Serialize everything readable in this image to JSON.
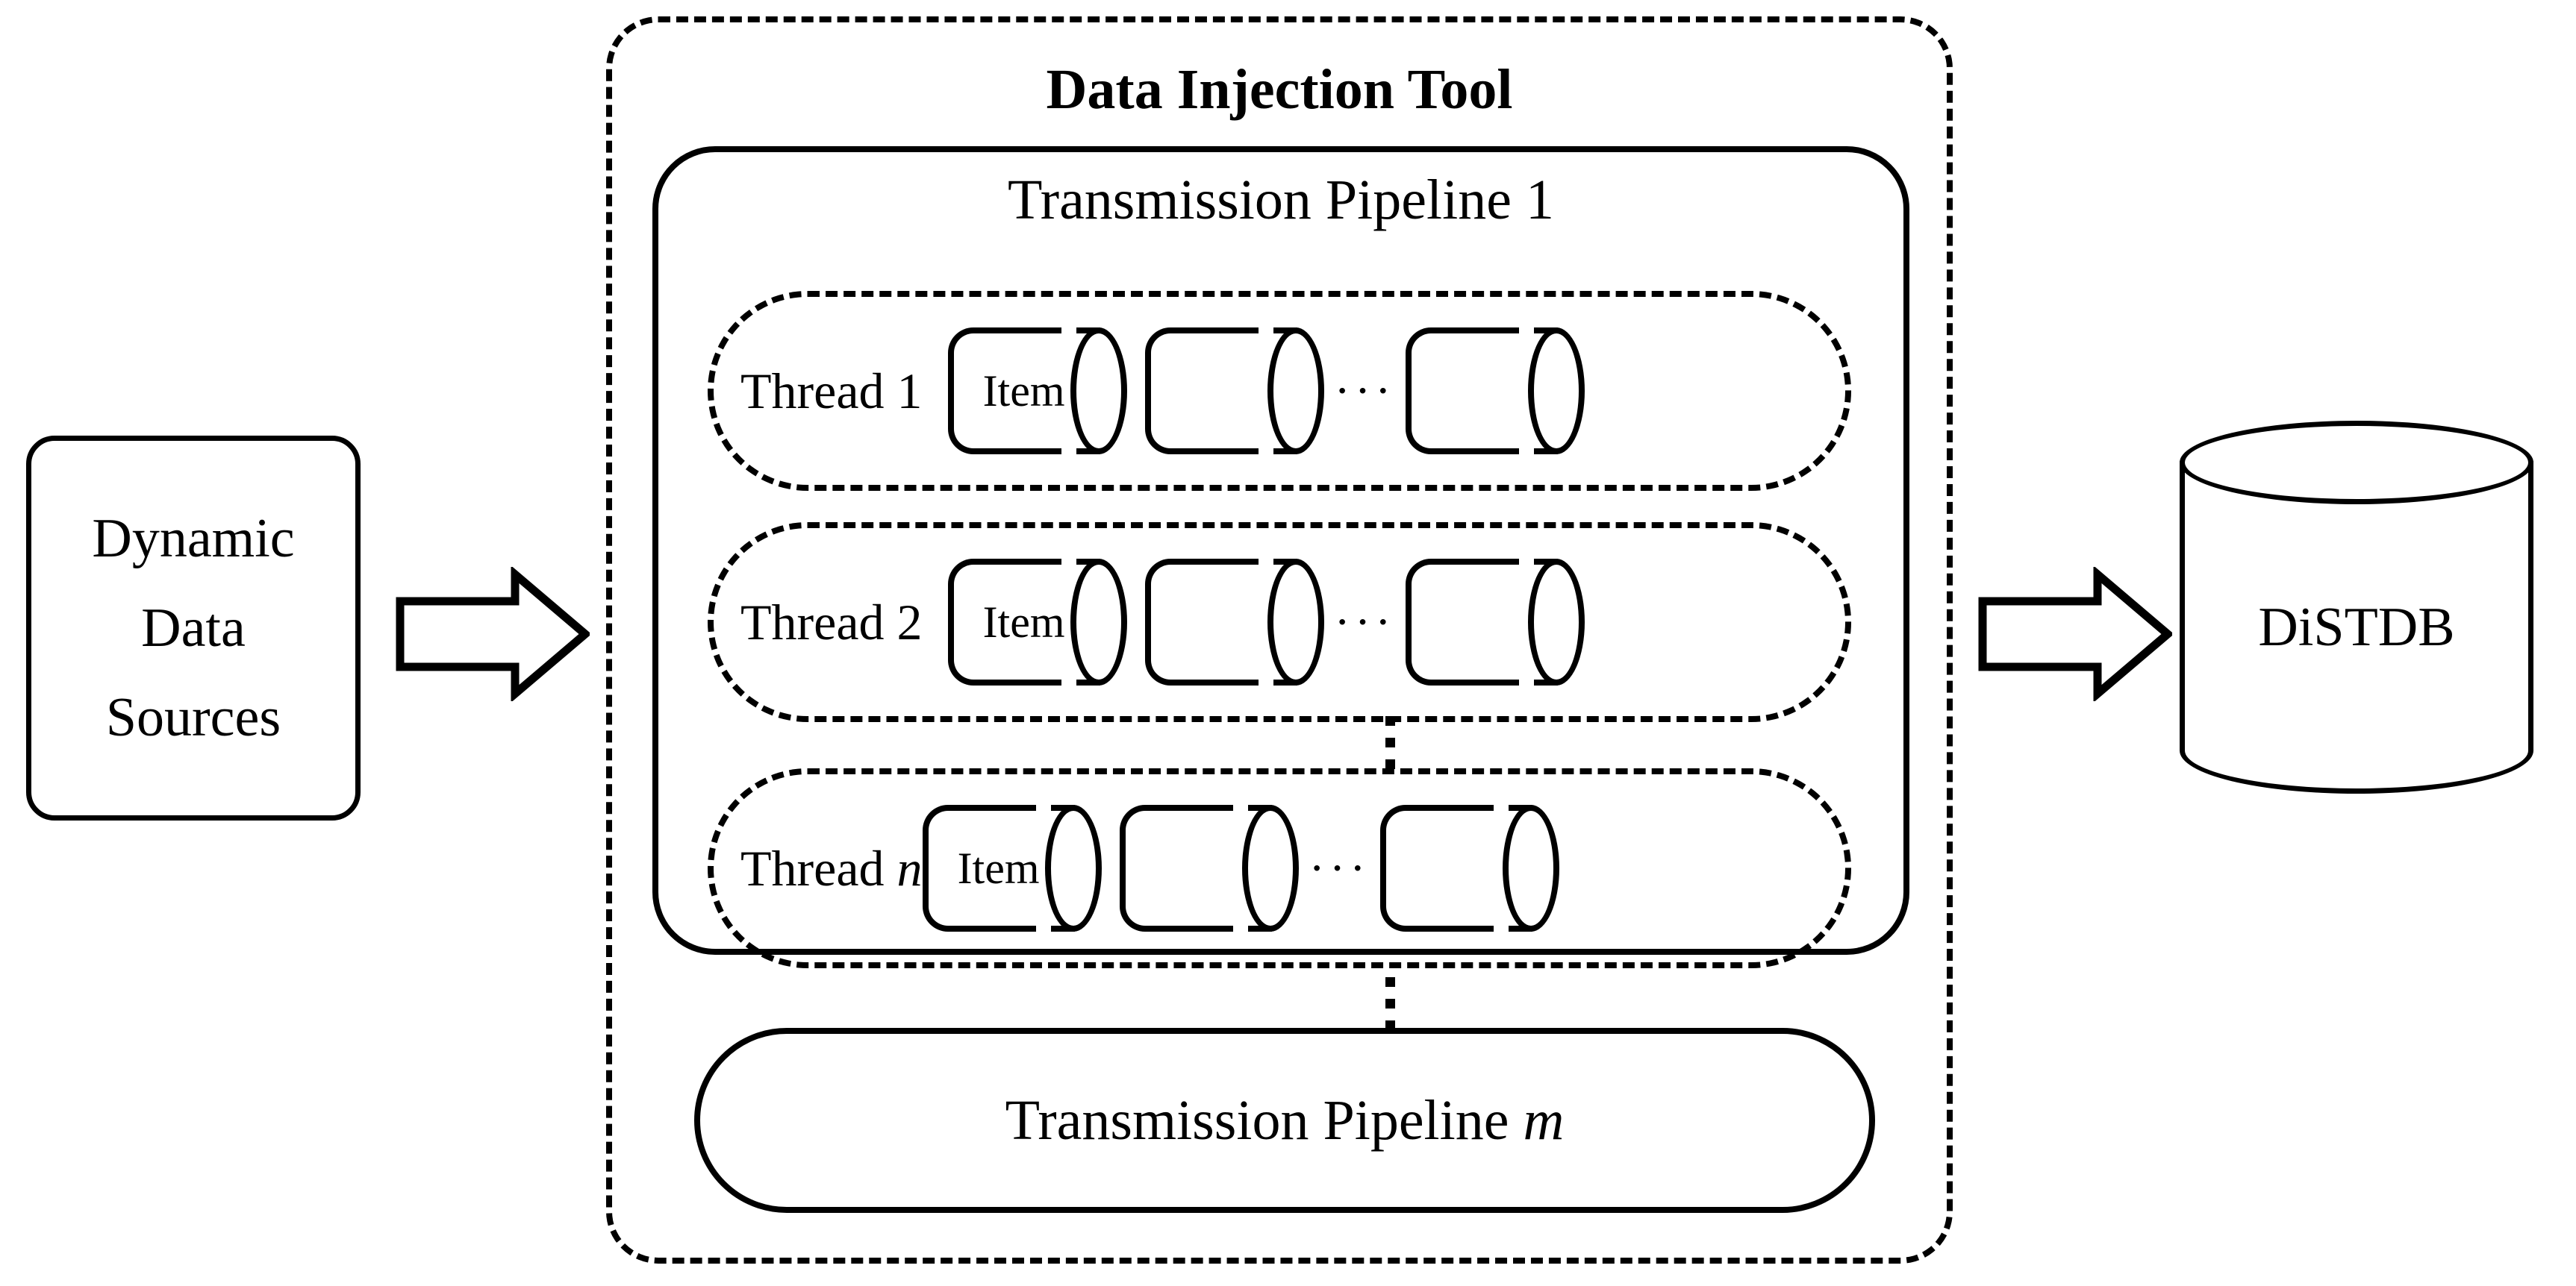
{
  "diagram": {
    "title": "Data Injection Tool",
    "source": {
      "lines": [
        "Dynamic",
        "Data",
        "Sources"
      ]
    },
    "arrows": {
      "left_arrow": "block-arrow-right",
      "right_arrow": "block-arrow-right"
    },
    "pipeline1": {
      "title": "Transmission Pipeline 1",
      "threads": [
        {
          "label_prefix": "Thread",
          "label_index": "1",
          "label_italic": false,
          "items": [
            "Item",
            "",
            ""
          ],
          "ellipsis": "···"
        },
        {
          "label_prefix": "Thread",
          "label_index": "2",
          "label_italic": false,
          "items": [
            "Item",
            "",
            ""
          ],
          "ellipsis": "···"
        },
        {
          "label_prefix": "Thread",
          "label_index": "n",
          "label_italic": true,
          "items": [
            "Item",
            "",
            ""
          ],
          "ellipsis": "···"
        }
      ],
      "thread_vertical_ellipsis": "vertical-ellipsis"
    },
    "pipeline_vertical_ellipsis": "vertical-ellipsis",
    "pipelinem": {
      "title_prefix": "Transmission Pipeline",
      "title_index": "m",
      "title_italic": true
    },
    "database": {
      "label": "DiSTDB"
    },
    "colors": {
      "stroke": "#000000",
      "background": "#ffffff"
    }
  }
}
